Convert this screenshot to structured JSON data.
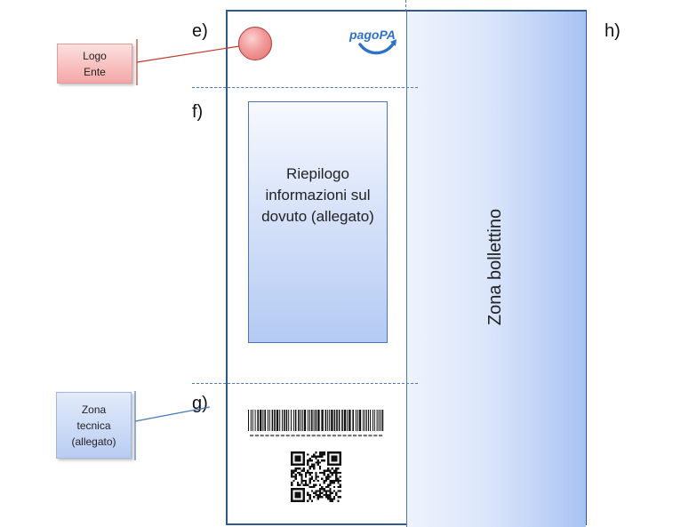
{
  "sections": {
    "e": "e)",
    "f": "f)",
    "g": "g)",
    "h": "h)"
  },
  "callouts": {
    "logo_ente": "Logo\nEnte",
    "zona_tecnica": "Zona\ntecnica\n(allegato)"
  },
  "riepilogo": "Riepilogo informazioni sul dovuto (allegato)",
  "bollettino": "Zona bollettino",
  "logo": {
    "brand_text": "pagoPA",
    "brand_color": "#2d72c7"
  },
  "colors": {
    "frame": "#2f5b8c",
    "dashes": "#4a78b8",
    "logo_callout": "#f4a7a7",
    "tech_callout": "#b9cdf2",
    "connector_red": "#c0392b",
    "connector_blue": "#4a78b8"
  }
}
